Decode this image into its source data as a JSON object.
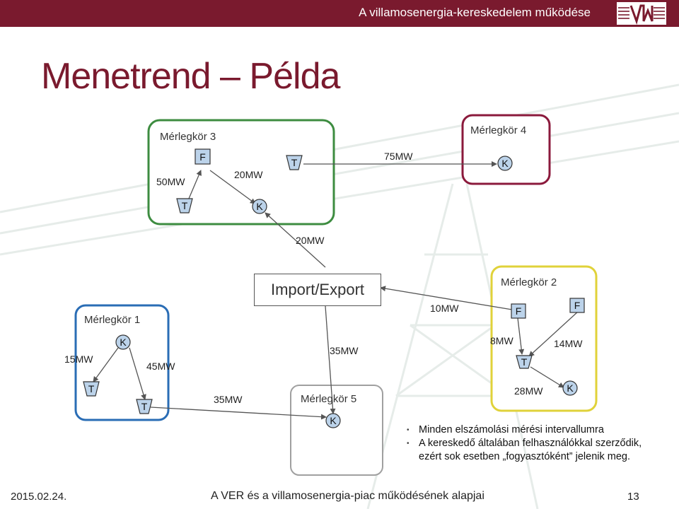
{
  "header": {
    "title": "A villamosenergia-kereskedelem működése"
  },
  "slide": {
    "title": "Menetrend – Példa"
  },
  "boxes": {
    "m3": "Mérlegkör 3",
    "m4": "Mérlegkör 4",
    "m1": "Mérlegkör 1",
    "m2": "Mérlegkör 2",
    "m5": "Mérlegkör 5"
  },
  "import_export": "Import/Export",
  "nodes": {
    "f": "F",
    "t": "T",
    "k": "K"
  },
  "flows": {
    "m3_50": "50MW",
    "m3_20": "20MW",
    "flow_75": "75MW",
    "flow_20": "20MW",
    "flow_10": "10MW",
    "m1_15": "15MW",
    "m1_45": "45MW",
    "flow_35a": "35MW",
    "flow_35b": "35MW",
    "m2_8": "8MW",
    "m2_14": "14MW",
    "m2_28": "28MW"
  },
  "bullets": [
    "Minden elszámolási mérési intervallumra",
    "A kereskedő általában felhasználókkal szerződik, ezért sok esetben „fogyasztóként” jelenik meg."
  ],
  "footer": {
    "date": "2015.02.24.",
    "center": "A VER és a villamosenergia-piac működésének alapjai",
    "page": "13"
  },
  "colors": {
    "brand": "#7a1a2e",
    "green": "#3d8c40",
    "crimson": "#8b1a3c",
    "blue": "#2a6db5",
    "yellow": "#e0d23a",
    "gray": "#a0a0a0",
    "node_fill": "#bcd3ea"
  }
}
